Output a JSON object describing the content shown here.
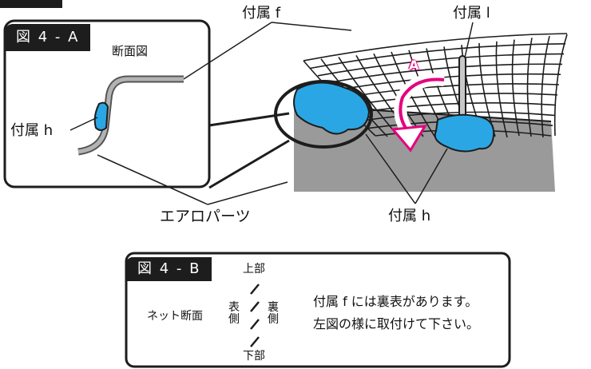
{
  "fig_a": {
    "tag": "図 4 - A",
    "subtitle": "断面図",
    "label_h_left": "付属 h"
  },
  "labels": {
    "top_f": "付属 f",
    "top_l": "付属 l",
    "arrow_a": "A",
    "aero_parts": "エアロパーツ",
    "bottom_h": "付属 h"
  },
  "fig_b": {
    "tag": "図 4 - B",
    "top": "上部",
    "bottom": "下部",
    "section_label": "ネット断面",
    "front": "表側",
    "back": "裏側",
    "note_line1": "付属 f には裏表があります。",
    "note_line2": "左図の様に取付けて下さい。"
  },
  "colors": {
    "pad_blue": "#2aa6e4",
    "arrow_magenta": "#e4007f",
    "aero_gray": "#9a9a9a"
  }
}
